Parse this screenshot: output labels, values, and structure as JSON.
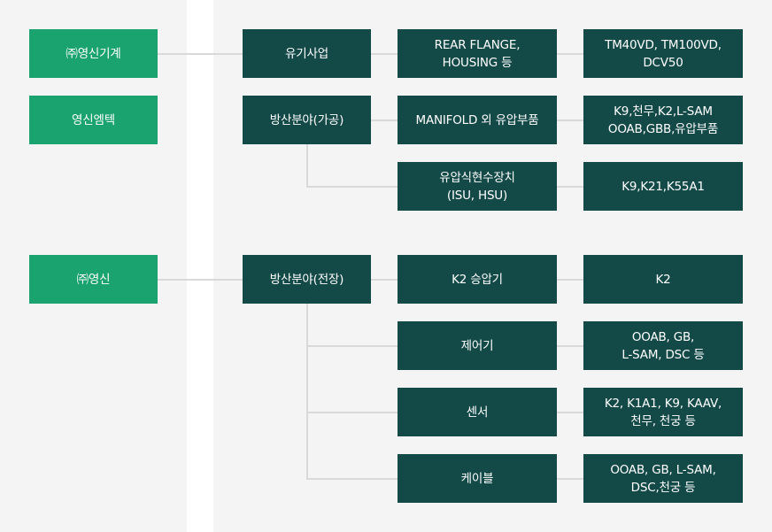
{
  "companies": [
    {
      "label": "㈜영신기계"
    },
    {
      "label": "영신엠텍"
    },
    {
      "label": "㈜영신"
    }
  ],
  "divisions": [
    {
      "label": "유기사업"
    },
    {
      "label": "방산분야(가공)"
    },
    {
      "label": "방산분야(전장)"
    }
  ],
  "products": [
    {
      "label": "REAR FLANGE,\nHOUSING 등"
    },
    {
      "label": "MANIFOLD 외 유압부품"
    },
    {
      "label": "유압식현수장치\n(ISU, HSU)"
    },
    {
      "label": "K2 승압기"
    },
    {
      "label": "제어기"
    },
    {
      "label": "센서"
    },
    {
      "label": "케이블"
    }
  ],
  "applications": [
    {
      "label": "TM40VD, TM100VD,\nDCV50"
    },
    {
      "label": "K9,천무,K2,L-SAM\nOOAB,GBB,유압부품"
    },
    {
      "label": "K9,K21,K55A1"
    },
    {
      "label": "K2"
    },
    {
      "label": "OOAB, GB,\nL-SAM, DSC 등"
    },
    {
      "label": "K2, K1A1, K9, KAAV,\n천무, 천궁 등"
    },
    {
      "label": "OOAB, GB, L-SAM,\nDSC,천궁 등"
    }
  ],
  "colors": {
    "company_box": "#1aa26f",
    "node_box": "#134a48",
    "connector": "#d9d9d9",
    "panel": "#f4f4f4"
  }
}
